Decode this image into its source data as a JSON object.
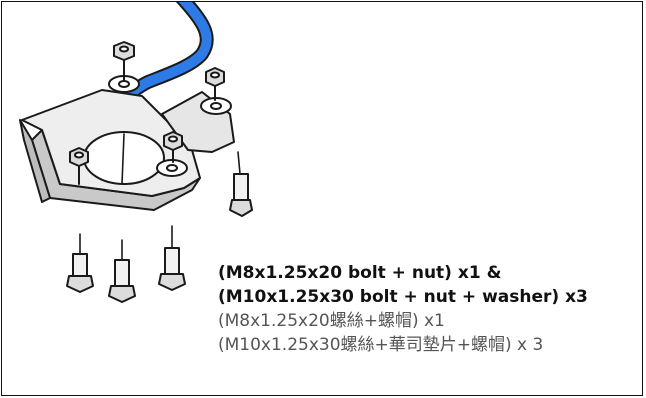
{
  "illustration": {
    "subject": "bracket-plate-with-bolts",
    "colors": {
      "hose": "#2e7be8",
      "plate_top": "#e8e8e8",
      "plate_side": "#c9c9c9",
      "outline": "#1a1a1a"
    }
  },
  "caption": {
    "line1": "(M8x1.25x20 bolt + nut) x1 &",
    "line2": "(M10x1.25x30 bolt + nut + washer) x3",
    "line3": "(M8x1.25x20螺絲+螺帽) x1",
    "line4": "(M10x1.25x30螺絲+華司墊片+螺帽) x 3"
  }
}
